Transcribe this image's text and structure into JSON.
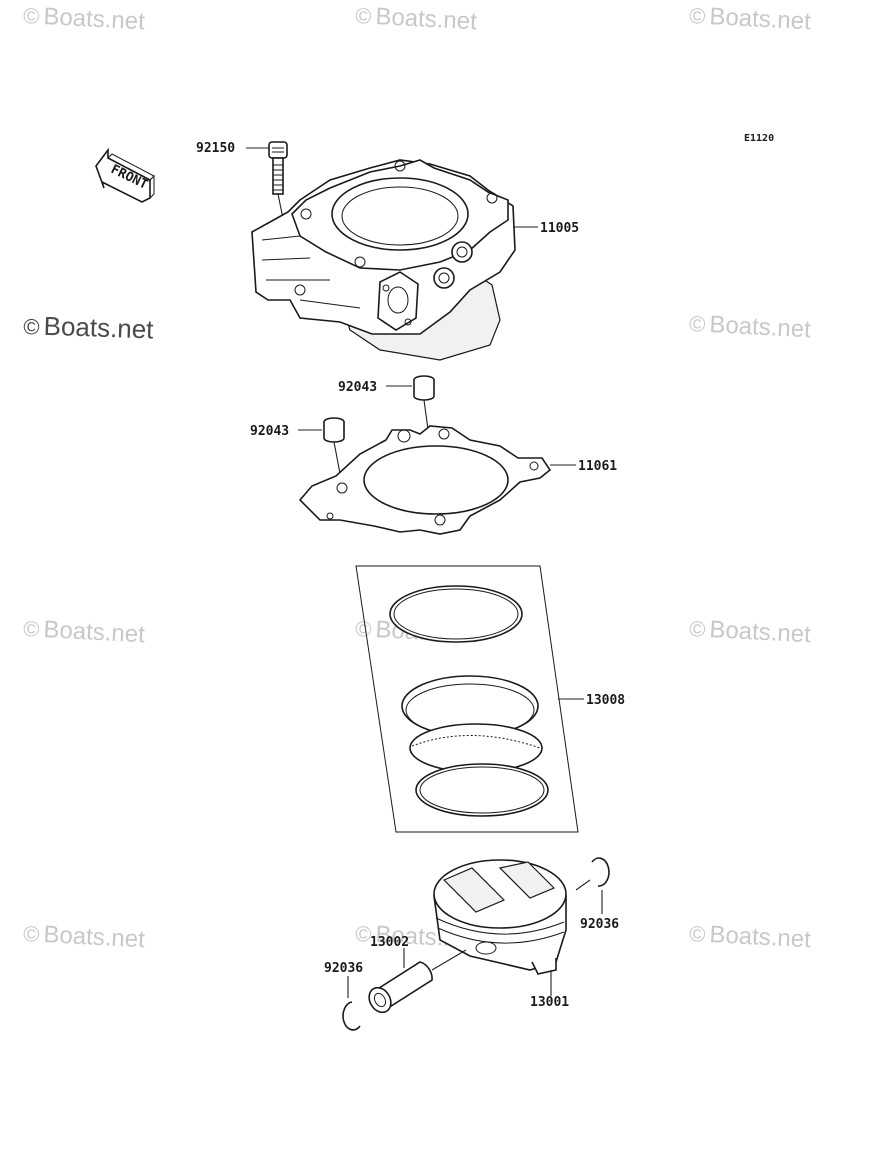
{
  "watermark": {
    "text": "Boats.net",
    "symbol": "©"
  },
  "diagram_code": "E1120",
  "front_arrow_label": "FRONT",
  "parts": [
    {
      "number": "92150"
    },
    {
      "number": "11005"
    },
    {
      "number": "92043"
    },
    {
      "number": "92043"
    },
    {
      "number": "11061"
    },
    {
      "number": "13008"
    },
    {
      "number": "92036"
    },
    {
      "number": "13002"
    },
    {
      "number": "92036"
    },
    {
      "number": "13001"
    }
  ]
}
